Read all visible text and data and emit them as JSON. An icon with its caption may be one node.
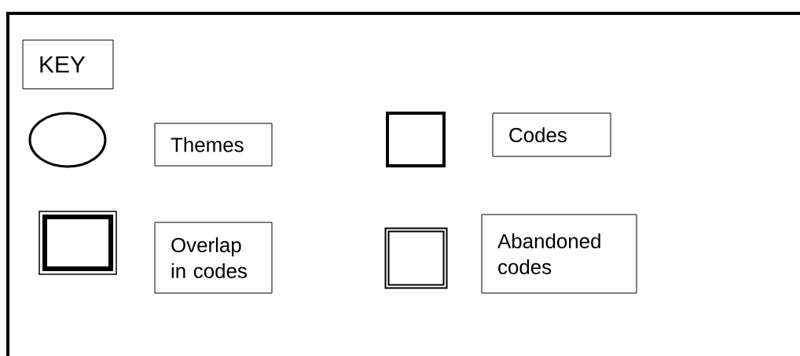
{
  "diagram": {
    "nodes": [
      {
        "text": [],
        "shape": "box"
      },
      {
        "text": [
          "KEY"
        ],
        "in": 0
      },
      {
        "text": [],
        "shape": "ellipse",
        "in": 0
      },
      {
        "text": [
          "Themes"
        ],
        "in": 0
      },
      {
        "text": [],
        "shape": "box",
        "in": 0
      },
      {
        "text": [
          "Codes"
        ],
        "in": 0
      },
      {
        "text": [],
        "shape": "box",
        "in": 0
      },
      {
        "text": [
          "Overlap in codes"
        ],
        "in": 0
      },
      {
        "text": [],
        "shape": "box",
        "in": 0
      },
      {
        "text": [
          "Abandoned codes"
        ],
        "in": 0
      }
    ]
  }
}
